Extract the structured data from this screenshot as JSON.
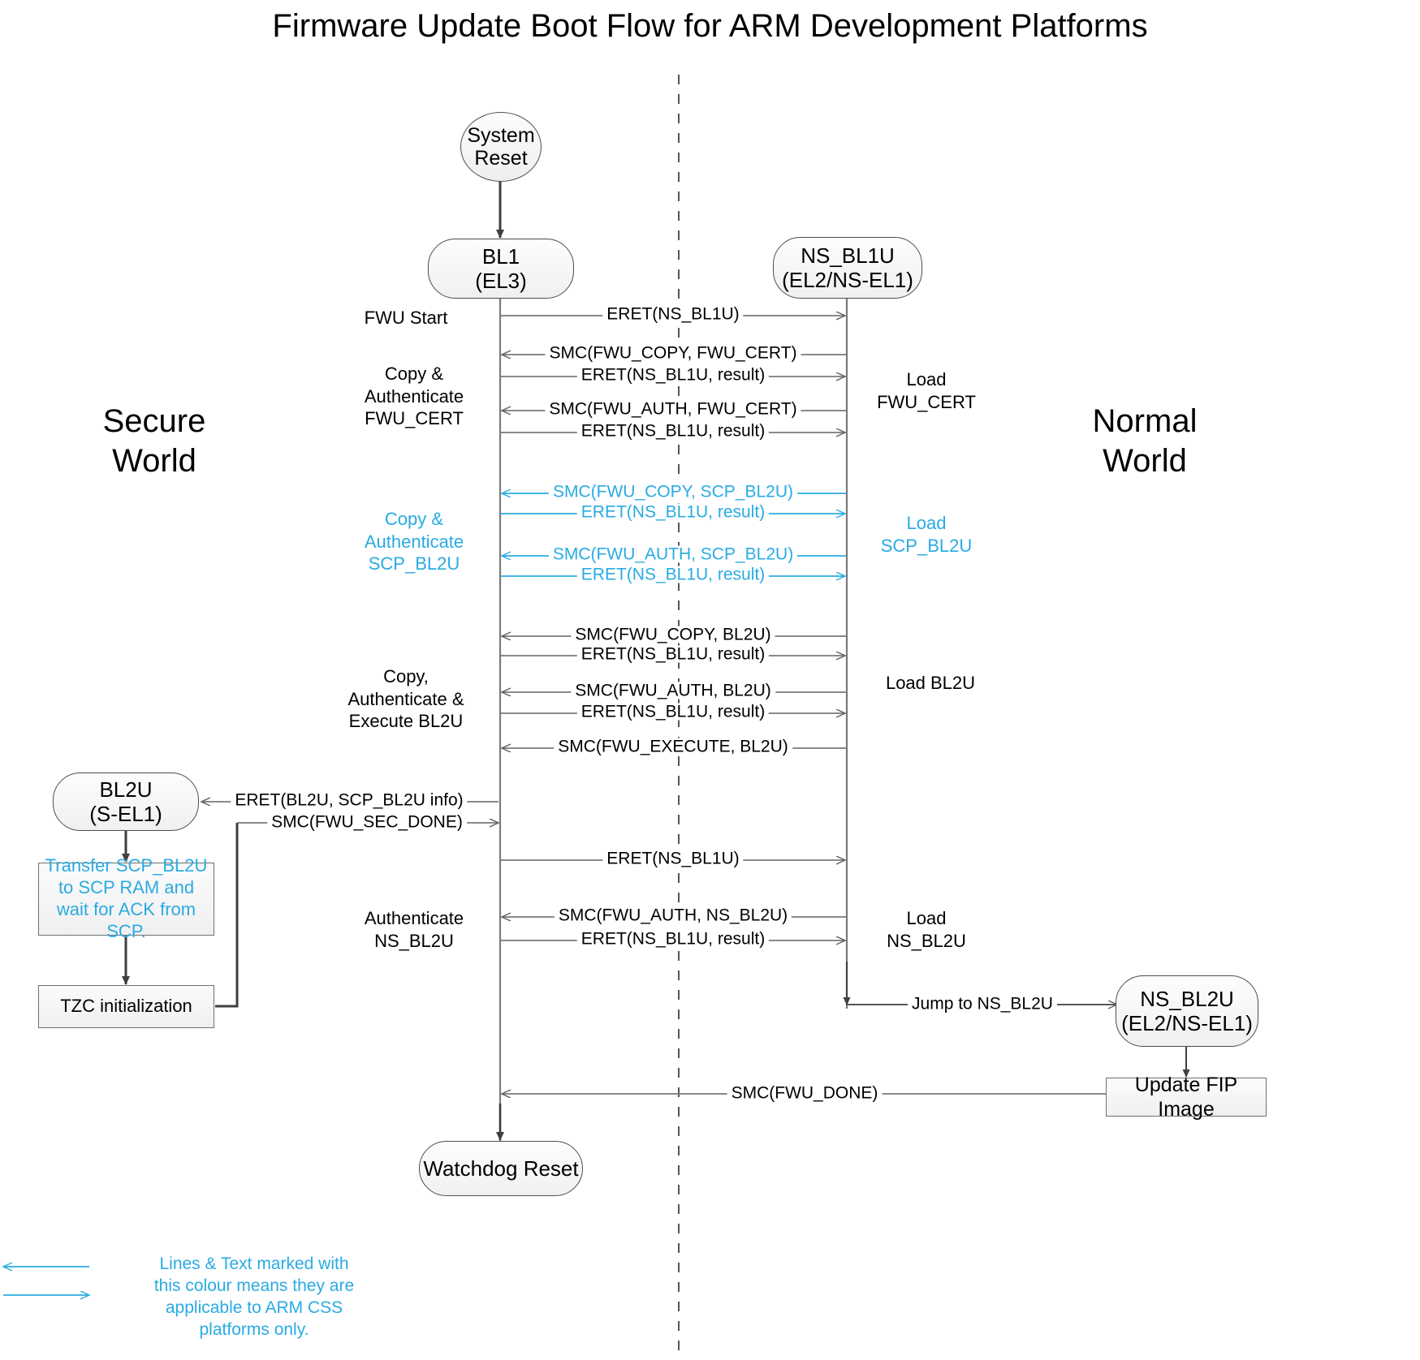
{
  "title": "Firmware Update Boot Flow for ARM Development Platforms",
  "colors": {
    "accent_cyan": "#29ABE2",
    "line_dark": "#3f3f3f",
    "line_gray": "#7a7a7a",
    "node_fill": "#f2f2f2"
  },
  "worlds": {
    "secure": "Secure\nWorld",
    "normal": "Normal\nWorld"
  },
  "nodes": {
    "system_reset": {
      "line1": "System",
      "line2": "Reset"
    },
    "bl1": {
      "line1": "BL1",
      "line2": "(EL3)"
    },
    "ns_bl1u": {
      "line1": "NS_BL1U",
      "line2": "(EL2/NS-EL1)"
    },
    "bl2u": {
      "line1": "BL2U",
      "line2": "(S-EL1)"
    },
    "ns_bl2u": {
      "line1": "NS_BL2U",
      "line2": "(EL2/NS-EL1)"
    },
    "watchdog_reset": {
      "line1": "Watchdog Reset",
      "line2": ""
    }
  },
  "process_boxes": {
    "transfer_scp": "Transfer SCP_BL2U to SCP RAM and wait for ACK from SCP.",
    "tzc_init": "TZC initialization",
    "update_fip": "Update FIP Image"
  },
  "left_labels": [
    {
      "id": "fwu-start",
      "text": "FWU Start",
      "cyan": false
    },
    {
      "id": "copy-auth-fwu-cert",
      "text": "Copy &\nAuthenticate\nFWU_CERT",
      "cyan": false
    },
    {
      "id": "copy-auth-scp-bl2u",
      "text": "Copy &\nAuthenticate\nSCP_BL2U",
      "cyan": true
    },
    {
      "id": "copy-auth-exec-bl2u",
      "text": "Copy,\nAuthenticate &\nExecute BL2U",
      "cyan": false
    },
    {
      "id": "authenticate-ns-bl2u",
      "text": "Authenticate\nNS_BL2U",
      "cyan": false
    }
  ],
  "right_labels": [
    {
      "id": "load-fwu-cert",
      "text": "Load\nFWU_CERT",
      "cyan": false
    },
    {
      "id": "load-scp-bl2u",
      "text": "Load\nSCP_BL2U",
      "cyan": true
    },
    {
      "id": "load-bl2u",
      "text": "Load BL2U",
      "cyan": false
    },
    {
      "id": "load-ns-bl2u",
      "text": "Load\nNS_BL2U",
      "cyan": false
    }
  ],
  "messages": [
    {
      "id": "m1",
      "text": "ERET(NS_BL1U)",
      "dir": "right",
      "cyan": false
    },
    {
      "id": "m2",
      "text": "SMC(FWU_COPY, FWU_CERT)",
      "dir": "left",
      "cyan": false
    },
    {
      "id": "m3",
      "text": "ERET(NS_BL1U, result)",
      "dir": "right",
      "cyan": false
    },
    {
      "id": "m4",
      "text": "SMC(FWU_AUTH, FWU_CERT)",
      "dir": "left",
      "cyan": false
    },
    {
      "id": "m5",
      "text": "ERET(NS_BL1U, result)",
      "dir": "right",
      "cyan": false
    },
    {
      "id": "m6",
      "text": "SMC(FWU_COPY, SCP_BL2U)",
      "dir": "left",
      "cyan": true
    },
    {
      "id": "m7",
      "text": "ERET(NS_BL1U, result)",
      "dir": "right",
      "cyan": true
    },
    {
      "id": "m8",
      "text": "SMC(FWU_AUTH, SCP_BL2U)",
      "dir": "left",
      "cyan": true
    },
    {
      "id": "m9",
      "text": "ERET(NS_BL1U, result)",
      "dir": "right",
      "cyan": true
    },
    {
      "id": "m10",
      "text": "SMC(FWU_COPY, BL2U)",
      "dir": "left",
      "cyan": false
    },
    {
      "id": "m11",
      "text": "ERET(NS_BL1U, result)",
      "dir": "right",
      "cyan": false
    },
    {
      "id": "m12",
      "text": "SMC(FWU_AUTH, BL2U)",
      "dir": "left",
      "cyan": false
    },
    {
      "id": "m13",
      "text": "ERET(NS_BL1U, result)",
      "dir": "right",
      "cyan": false
    },
    {
      "id": "m14",
      "text": "SMC(FWU_EXECUTE, BL2U)",
      "dir": "left",
      "cyan": false
    },
    {
      "id": "m15",
      "text": "SMC(FWU_SEC_DONE)",
      "dir": "right",
      "cyan": false
    },
    {
      "id": "m16",
      "text": "ERET(NS_BL1U)",
      "dir": "right",
      "cyan": false
    },
    {
      "id": "m17",
      "text": "SMC(FWU_AUTH, NS_BL2U)",
      "dir": "left",
      "cyan": false
    },
    {
      "id": "m18",
      "text": "ERET(NS_BL1U, result)",
      "dir": "right",
      "cyan": false
    },
    {
      "id": "m19",
      "text": "Jump to NS_BL2U",
      "dir": "right",
      "cyan": false
    },
    {
      "id": "m20",
      "text": "SMC(FWU_DONE)",
      "dir": "left",
      "cyan": false
    }
  ],
  "eret_bl2u": {
    "prefix": "ERET(BL2U, ",
    "cyan_part": "SCP_BL2U info",
    "suffix": ")"
  },
  "legend": {
    "text": "Lines & Text marked with this colour means they are applicable to ARM CSS platforms only."
  }
}
